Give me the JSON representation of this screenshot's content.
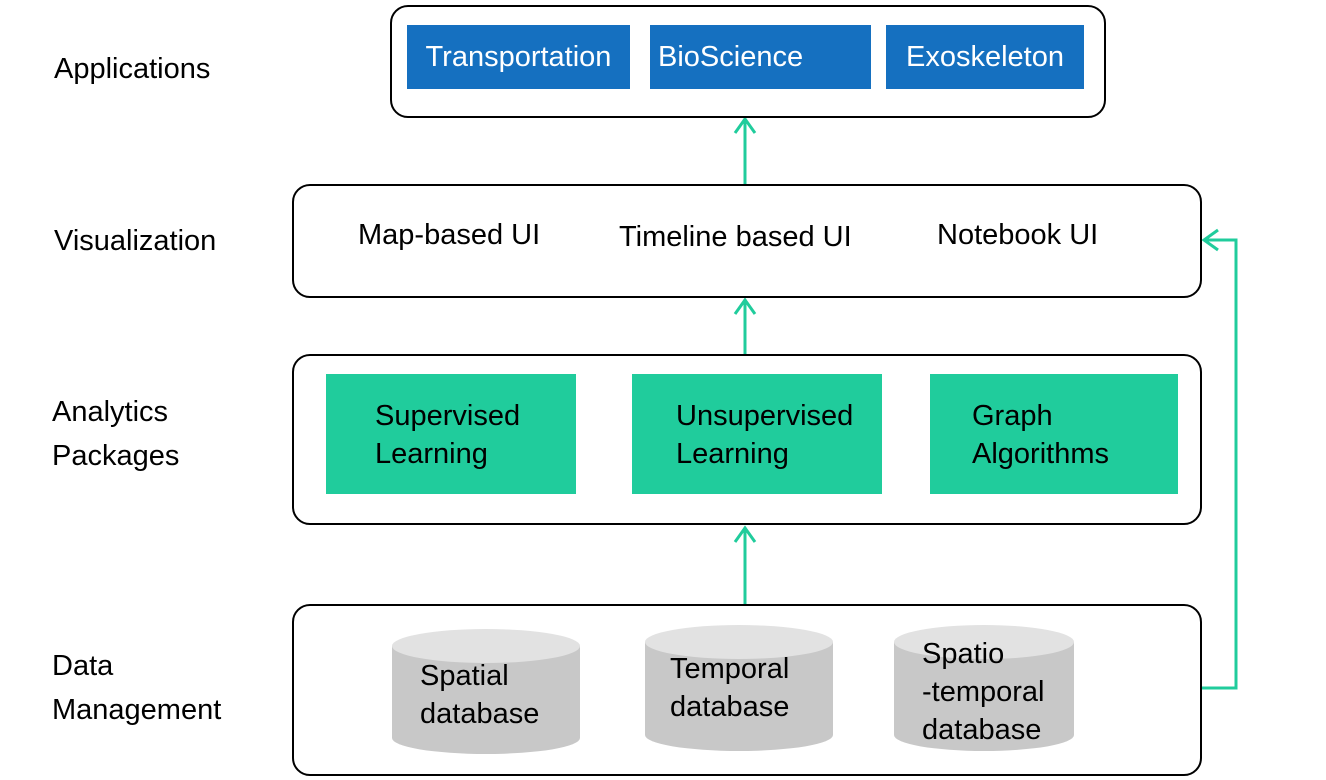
{
  "colors": {
    "app_blue": "#1570c0",
    "package_green": "#20cc9c",
    "arrow_green": "#20cc9c",
    "database_gray": "#c8c8c8",
    "database_top": "#e2e2e2"
  },
  "layers": {
    "applications": {
      "label": "Applications",
      "items": [
        "Transportation",
        "BioScience",
        "Exoskeleton"
      ]
    },
    "visualization": {
      "label": "Visualization",
      "items": [
        "Map-based UI",
        "Timeline based UI",
        "Notebook UI"
      ]
    },
    "analytics": {
      "label": "Analytics\nPackages",
      "items": [
        "Supervised\nLearning",
        "Unsupervised\nLearning",
        "Graph\nAlgorithms"
      ]
    },
    "data": {
      "label": "Data\nManagement",
      "items": [
        "Spatial\ndatabase",
        "Temporal\ndatabase",
        "Spatio\n-temporal\ndatabase"
      ]
    }
  }
}
